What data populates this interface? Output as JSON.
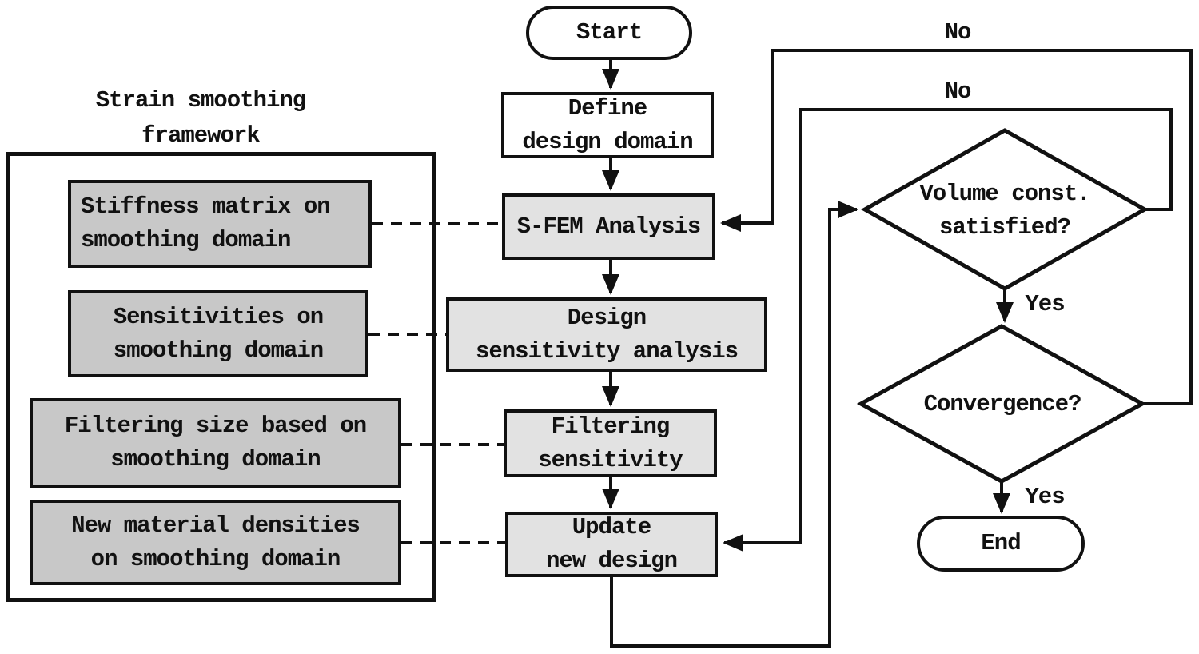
{
  "title": "Strain smoothing\nframework",
  "nodes": {
    "start": "Start",
    "define": "Define\ndesign domain",
    "sfem": "S-FEM Analysis",
    "design_sensitivity": "Design\nsensitivity analysis",
    "filtering_sensitivity": "Filtering\nsensitivity",
    "update": "Update\nnew design",
    "volume_decision": "Volume const.\nsatisfied?",
    "convergence_decision": "Convergence?",
    "end": "End"
  },
  "framework_boxes": [
    "Stiffness matrix on\nsmoothing domain",
    "Sensitivities on\nsmoothing domain",
    "Filtering size based on\nsmoothing domain",
    "New material densities\non smoothing domain"
  ],
  "edge_labels": {
    "no_convergence": "No",
    "no_volume": "No",
    "yes_volume": "Yes",
    "yes_convergence": "Yes"
  },
  "colors": {
    "line": "#111111",
    "framework_box_fill": "#c8c8c8",
    "process_fill": "#e2e2e2",
    "terminal_fill": "#ffffff",
    "background": "#ffffff"
  }
}
